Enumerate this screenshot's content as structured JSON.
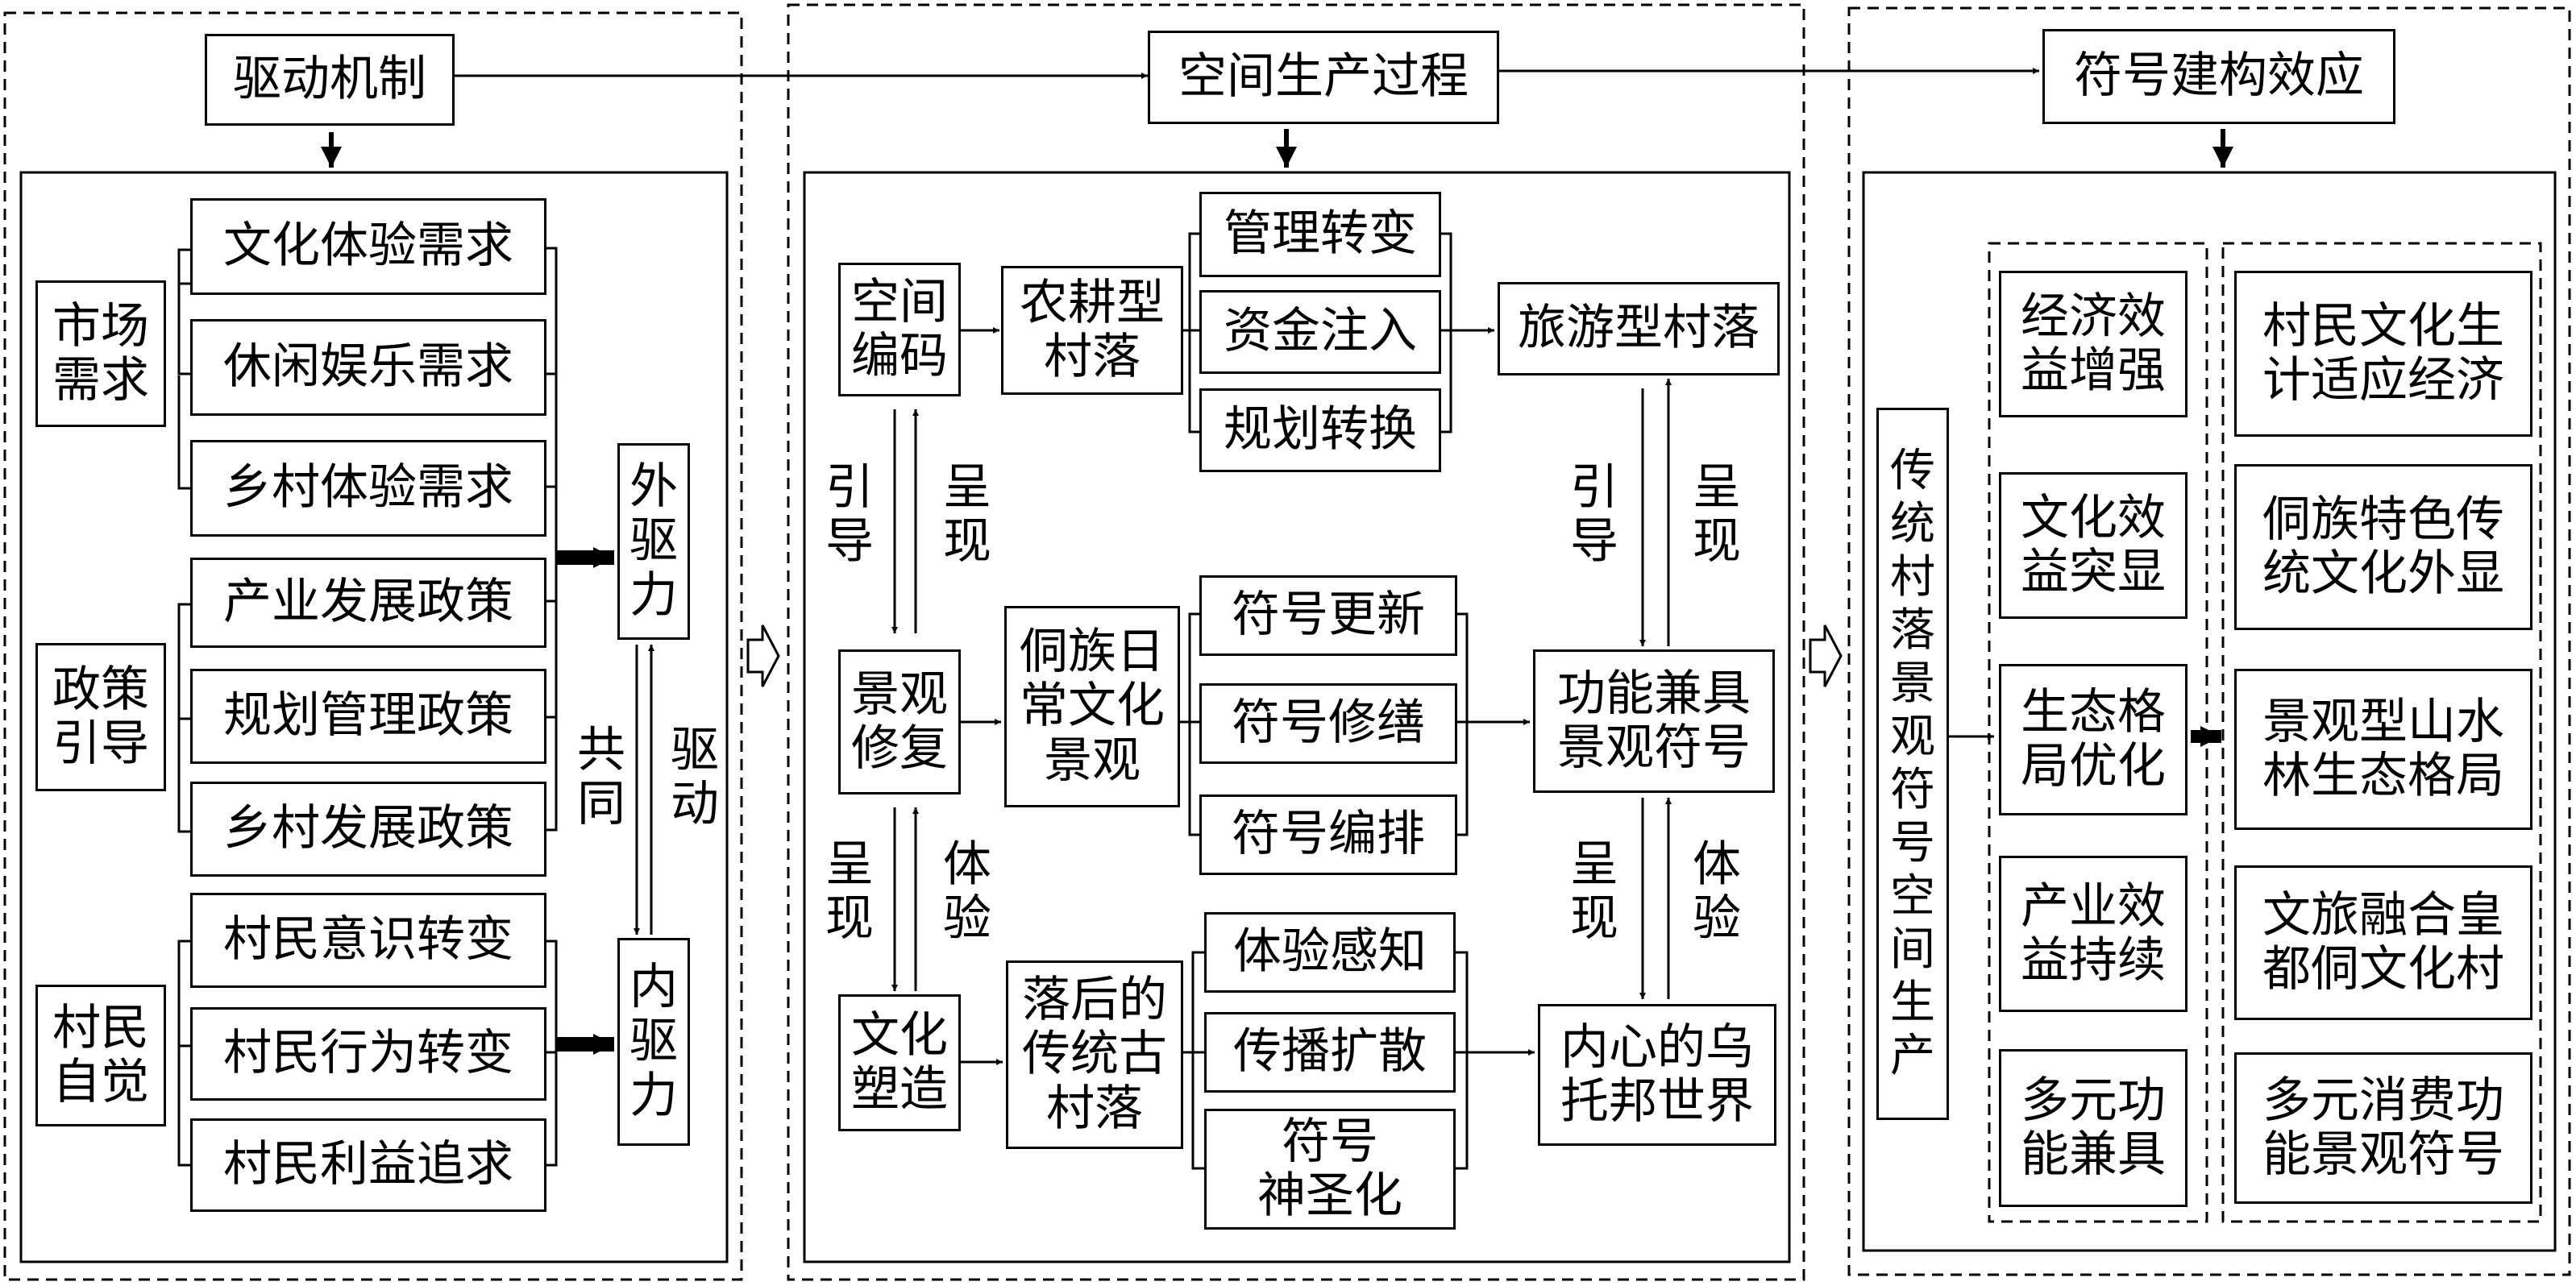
{
  "headers": {
    "drive": "驱动机制",
    "process": "空间生产过程",
    "effect": "符号建构效应"
  },
  "drive": {
    "groups": [
      {
        "label": "市场\n需求",
        "items": [
          "文化体验需求",
          "休闲娱乐需求",
          "乡村体验需求"
        ]
      },
      {
        "label": "政策\n引导",
        "items": [
          "产业发展政策",
          "规划管理政策",
          "乡村发展政策"
        ]
      },
      {
        "label": "村民\n自觉",
        "items": [
          "村民意识转变",
          "村民行为转变",
          "村民利益追求"
        ]
      }
    ],
    "external": "外\n驱\n力",
    "internal": "内\n驱\n力",
    "joint": "共\n同",
    "drives": "驱\n动"
  },
  "process": {
    "stages": [
      "空间\n编码",
      "景观\n修复",
      "文化\n塑造"
    ],
    "objects": [
      "农耕型\n村落",
      "侗族日\n常文化\n景观",
      "落后的\n传统古\n村落"
    ],
    "actions": [
      [
        "管理转变",
        "资金注入",
        "规划转换"
      ],
      [
        "符号更新",
        "符号修缮",
        "符号编排"
      ],
      [
        "体验感知",
        "传播扩散",
        "符号\n神圣化"
      ]
    ],
    "results": [
      "旅游型村落",
      "功能兼具\n景观符号",
      "内心的乌\n托邦世界"
    ],
    "left_links": [
      {
        "down": "引\n导",
        "up": "呈\n现"
      },
      {
        "down": "呈\n现",
        "up": "体\n验"
      }
    ],
    "right_links": [
      {
        "down": "引\n导",
        "up": "呈\n现"
      },
      {
        "down": "呈\n现",
        "up": "体\n验"
      }
    ]
  },
  "effect": {
    "core": "传\n统\n村\n落\n景\n观\n符\n号\n空\n间\n生\n产",
    "benefits": [
      "经济效\n益增强",
      "文化效\n益突显",
      "生态格\n局优化",
      "产业效\n益持续",
      "多元功\n能兼具"
    ],
    "outcomes": [
      "村民文化生\n计适应经济",
      "侗族特色传\n统文化外显",
      "景观型山水\n林生态格局",
      "文旅融合皇\n都侗文化村",
      "多元消费功\n能景观符号"
    ]
  }
}
